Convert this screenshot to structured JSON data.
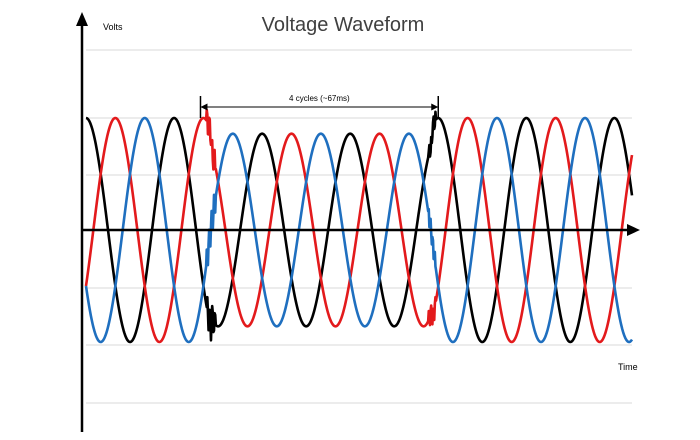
{
  "chart_data": {
    "type": "line",
    "title": "Voltage Waveform",
    "xlabel": "Time",
    "ylabel": "Volts",
    "grid": true,
    "xlim": [
      0,
      6.2
    ],
    "ylim": [
      -1.55,
      1.55
    ],
    "annotation": {
      "text": "4 cycles (~67ms)",
      "x_start": 1.3,
      "x_end": 4.0
    },
    "sag": {
      "start": 1.42,
      "end": 3.93,
      "depth": 0.86
    },
    "series": [
      {
        "color": "#000000",
        "phase_deg": 90
      },
      {
        "color": "#e31a1c",
        "phase_deg": -30
      },
      {
        "color": "#1f6fbf",
        "phase_deg": 210
      }
    ]
  },
  "colors": {
    "axis": "#000000",
    "grid": "#d9d9d9"
  }
}
